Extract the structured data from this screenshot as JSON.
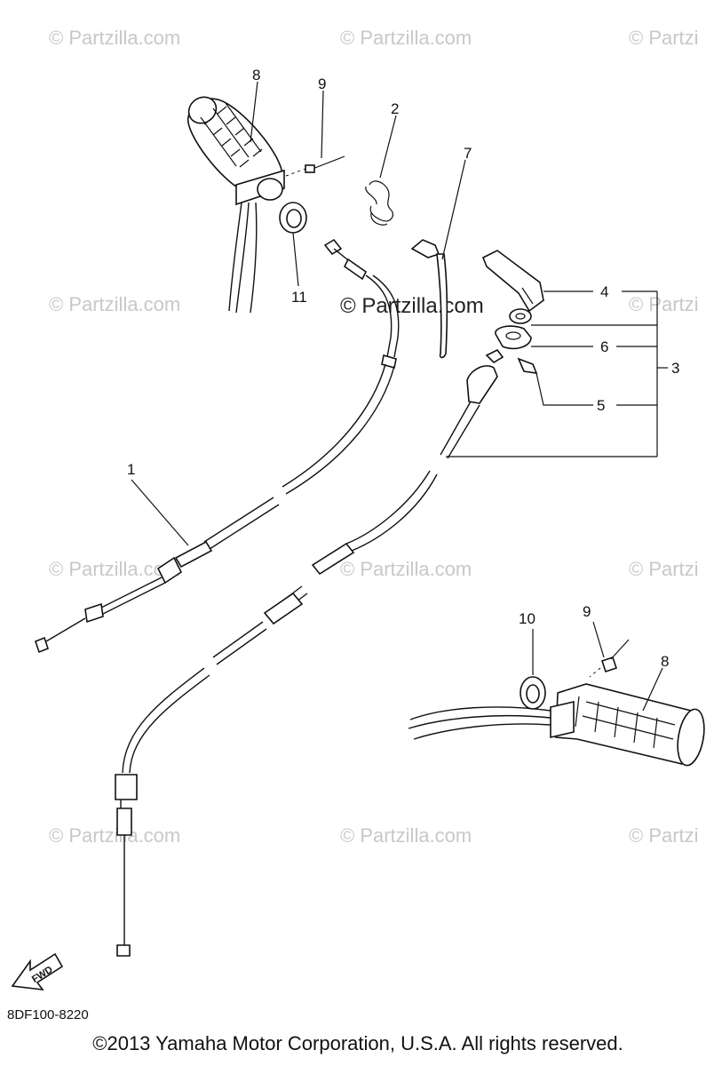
{
  "watermarks": [
    "© Partzilla.com",
    "© Partzilla.com",
    "© Partzi",
    "© Partzilla.com",
    "© Partzi",
    "© Partzilla.com",
    "© Partzilla.com",
    "© Partzi",
    "© Partzilla.com",
    "© Partzilla.com",
    "© Partzi"
  ],
  "center_watermark": "© Partzilla.com",
  "callouts": {
    "c1": "1",
    "c2": "2",
    "c3": "3",
    "c4": "4",
    "c5": "5",
    "c6": "6",
    "c7": "7",
    "c8a": "8",
    "c8b": "8",
    "c9a": "9",
    "c9b": "9",
    "c10": "10",
    "c11": "11"
  },
  "fwd_label": "FWD",
  "diagram_code": "8DF100-8220",
  "copyright": "©2013  Yamaha Motor Corporation, U.S.A. All rights reserved."
}
